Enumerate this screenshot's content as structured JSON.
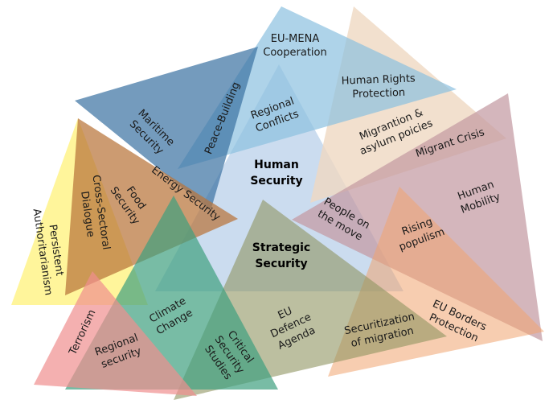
{
  "labels": {
    "eu_mena": "EU-MENA\nCooperation",
    "human_rights": "Human Rights\nProtection",
    "regional_conflicts": "Regional\nConflicts",
    "maritime": "Maritime\nSecurity",
    "peace_building": "Peace-Building",
    "migration_asylum": "Migrantion &\nasylum poicies",
    "migrant_crisis": "Migrant Crisis",
    "human_security": "Human\nSecurity",
    "energy_security": "Energy Security",
    "food_security": "Food\nSecurity",
    "cross_sectoral": "Cross-Sectoral\nDialogue",
    "persistent_auth": "Persistent\nAuthoritarianism",
    "human_mobility": "Human\nMobility",
    "people_move": "People on\nthe move",
    "rising_populism": "Rising\npopulism",
    "strategic_security": "Strategic\nSecurity",
    "climate_change": "Climate\nChange",
    "terrorism": "Terrorism",
    "regional_security": "Regional\nsecurity",
    "critical_security": "Critical\nSecurity\nStudies",
    "eu_defence": "EU\nDefence\nAgenda",
    "securitization": "Securitization\nof migration",
    "eu_borders": "EU Borders\nProtection"
  },
  "colors": {
    "maritime": "#3f74a3",
    "eu_mena": "#8cc0e0",
    "human_security": "#b9d0ea",
    "human_rights": "#efd8c2",
    "human_mobility": "#c49aa2",
    "populism": "#f0a470",
    "strategic": "#8f9460",
    "climate": "#3f9f7f",
    "terrorism": "#f08e8e",
    "authoritarianism": "#fff38a",
    "food": "#b8743a"
  }
}
